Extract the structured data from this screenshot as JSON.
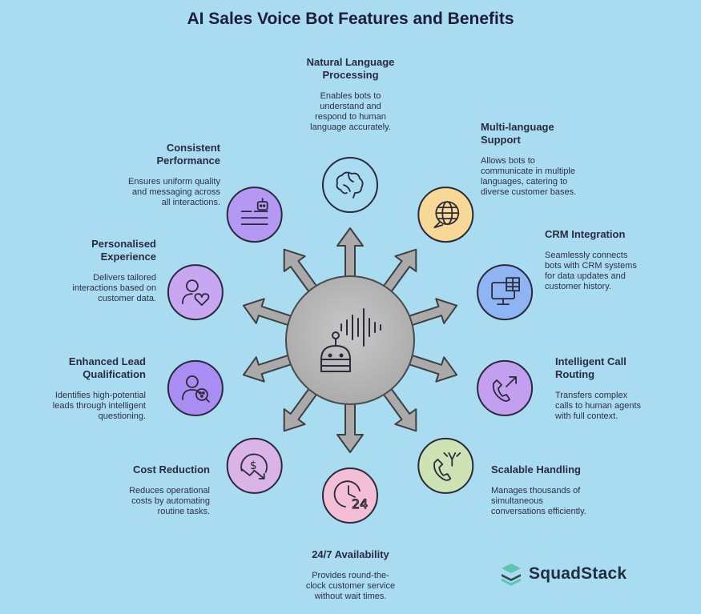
{
  "title": "AI Sales Voice Bot Features and Benefits",
  "center_icon": "voice-robot-icon",
  "features": [
    {
      "id": "nlp",
      "title": "Natural Language Processing",
      "description": "Enables bots to understand and respond to human language accurately.",
      "icon": "brain-icon",
      "color": "#a9dcf0"
    },
    {
      "id": "multilang",
      "title": "Multi-language Support",
      "description": "Allows bots to communicate in multiple languages, catering to diverse customer bases.",
      "icon": "globe-chat-icon",
      "color": "#f7d896"
    },
    {
      "id": "crm",
      "title": "CRM Integration",
      "description": "Seamlessly connects bots with CRM systems for data updates and customer history.",
      "icon": "monitor-table-icon",
      "color": "#8fb4f3"
    },
    {
      "id": "routing",
      "title": "Intelligent Call Routing",
      "description": "Transfers complex calls to human agents with full context.",
      "icon": "phone-forward-icon",
      "color": "#c39ff0"
    },
    {
      "id": "scalable",
      "title": "Scalable Handling",
      "description": "Manages thousands of simultaneous conversations efficiently.",
      "icon": "phone-split-icon",
      "color": "#cde3b4"
    },
    {
      "id": "availability",
      "title": "24/7 Availability",
      "description": "Provides round-the-clock customer service without wait times.",
      "icon": "clock-24-icon",
      "color": "#f3bfd6"
    },
    {
      "id": "cost",
      "title": "Cost Reduction",
      "description": "Reduces operational costs by automating routine tasks.",
      "icon": "dollar-down-icon",
      "color": "#dab4e6"
    },
    {
      "id": "lead",
      "title": "Enhanced Lead Qualification",
      "description": "Identifies high-potential leads through intelligent questioning.",
      "icon": "user-search-icon",
      "color": "#a98df3"
    },
    {
      "id": "personal",
      "title": "Personalised Experience",
      "description": "Delivers tailored interactions based on customer data.",
      "icon": "user-heart-icon",
      "color": "#c8a6f2"
    },
    {
      "id": "consistent",
      "title": "Consistent Performance",
      "description": "Ensures uniform quality and messaging across all interactions.",
      "icon": "bot-message-icon",
      "color": "#b598f3"
    }
  ],
  "logo": {
    "text": "SquadStack",
    "icon": "stack-logo-icon"
  }
}
